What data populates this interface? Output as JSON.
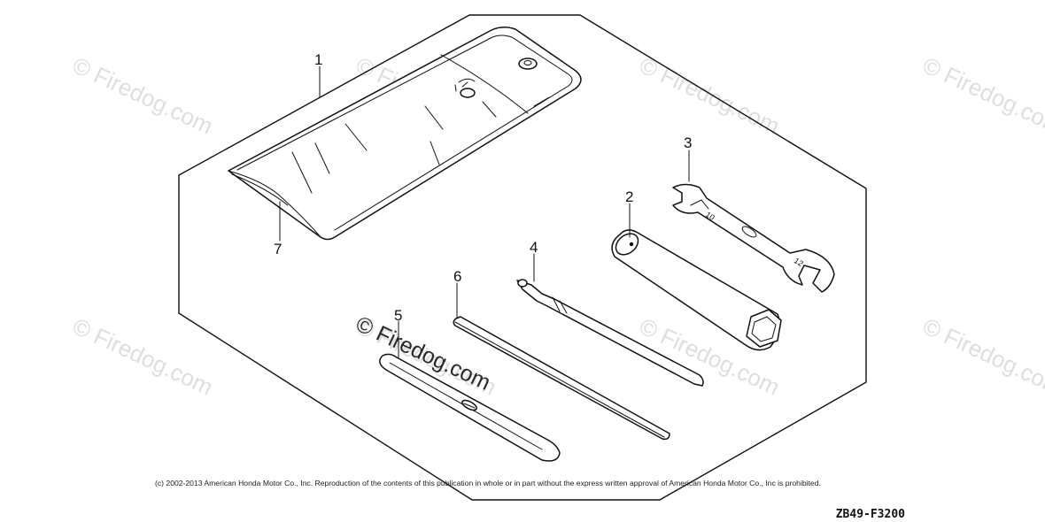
{
  "watermarks": [
    "© Firedog.com",
    "© Firedog.com",
    "© Firedog.com",
    "© Firedog.com",
    "© Firedog.com",
    "© Firedog.com",
    "© Firedog.com",
    "© Firedog.com"
  ],
  "center_watermark": "© Firedog.com",
  "callouts": {
    "tool_bag": "1",
    "plug_wrench": "2",
    "open_wrench": "3",
    "screwdriver": "4",
    "screwdriver_grip": "5",
    "handle_bar": "6",
    "bag_flap": "7"
  },
  "copyright": "(c) 2002-2013 American Honda Motor Co., Inc. Reproduction of the contents of this publication in whole or in part without the express written approval of American Honda Motor Co., Inc is prohibited.",
  "diagram_code": "ZB49-F3200",
  "wrench_sizes": {
    "left": "10",
    "right": "12"
  }
}
